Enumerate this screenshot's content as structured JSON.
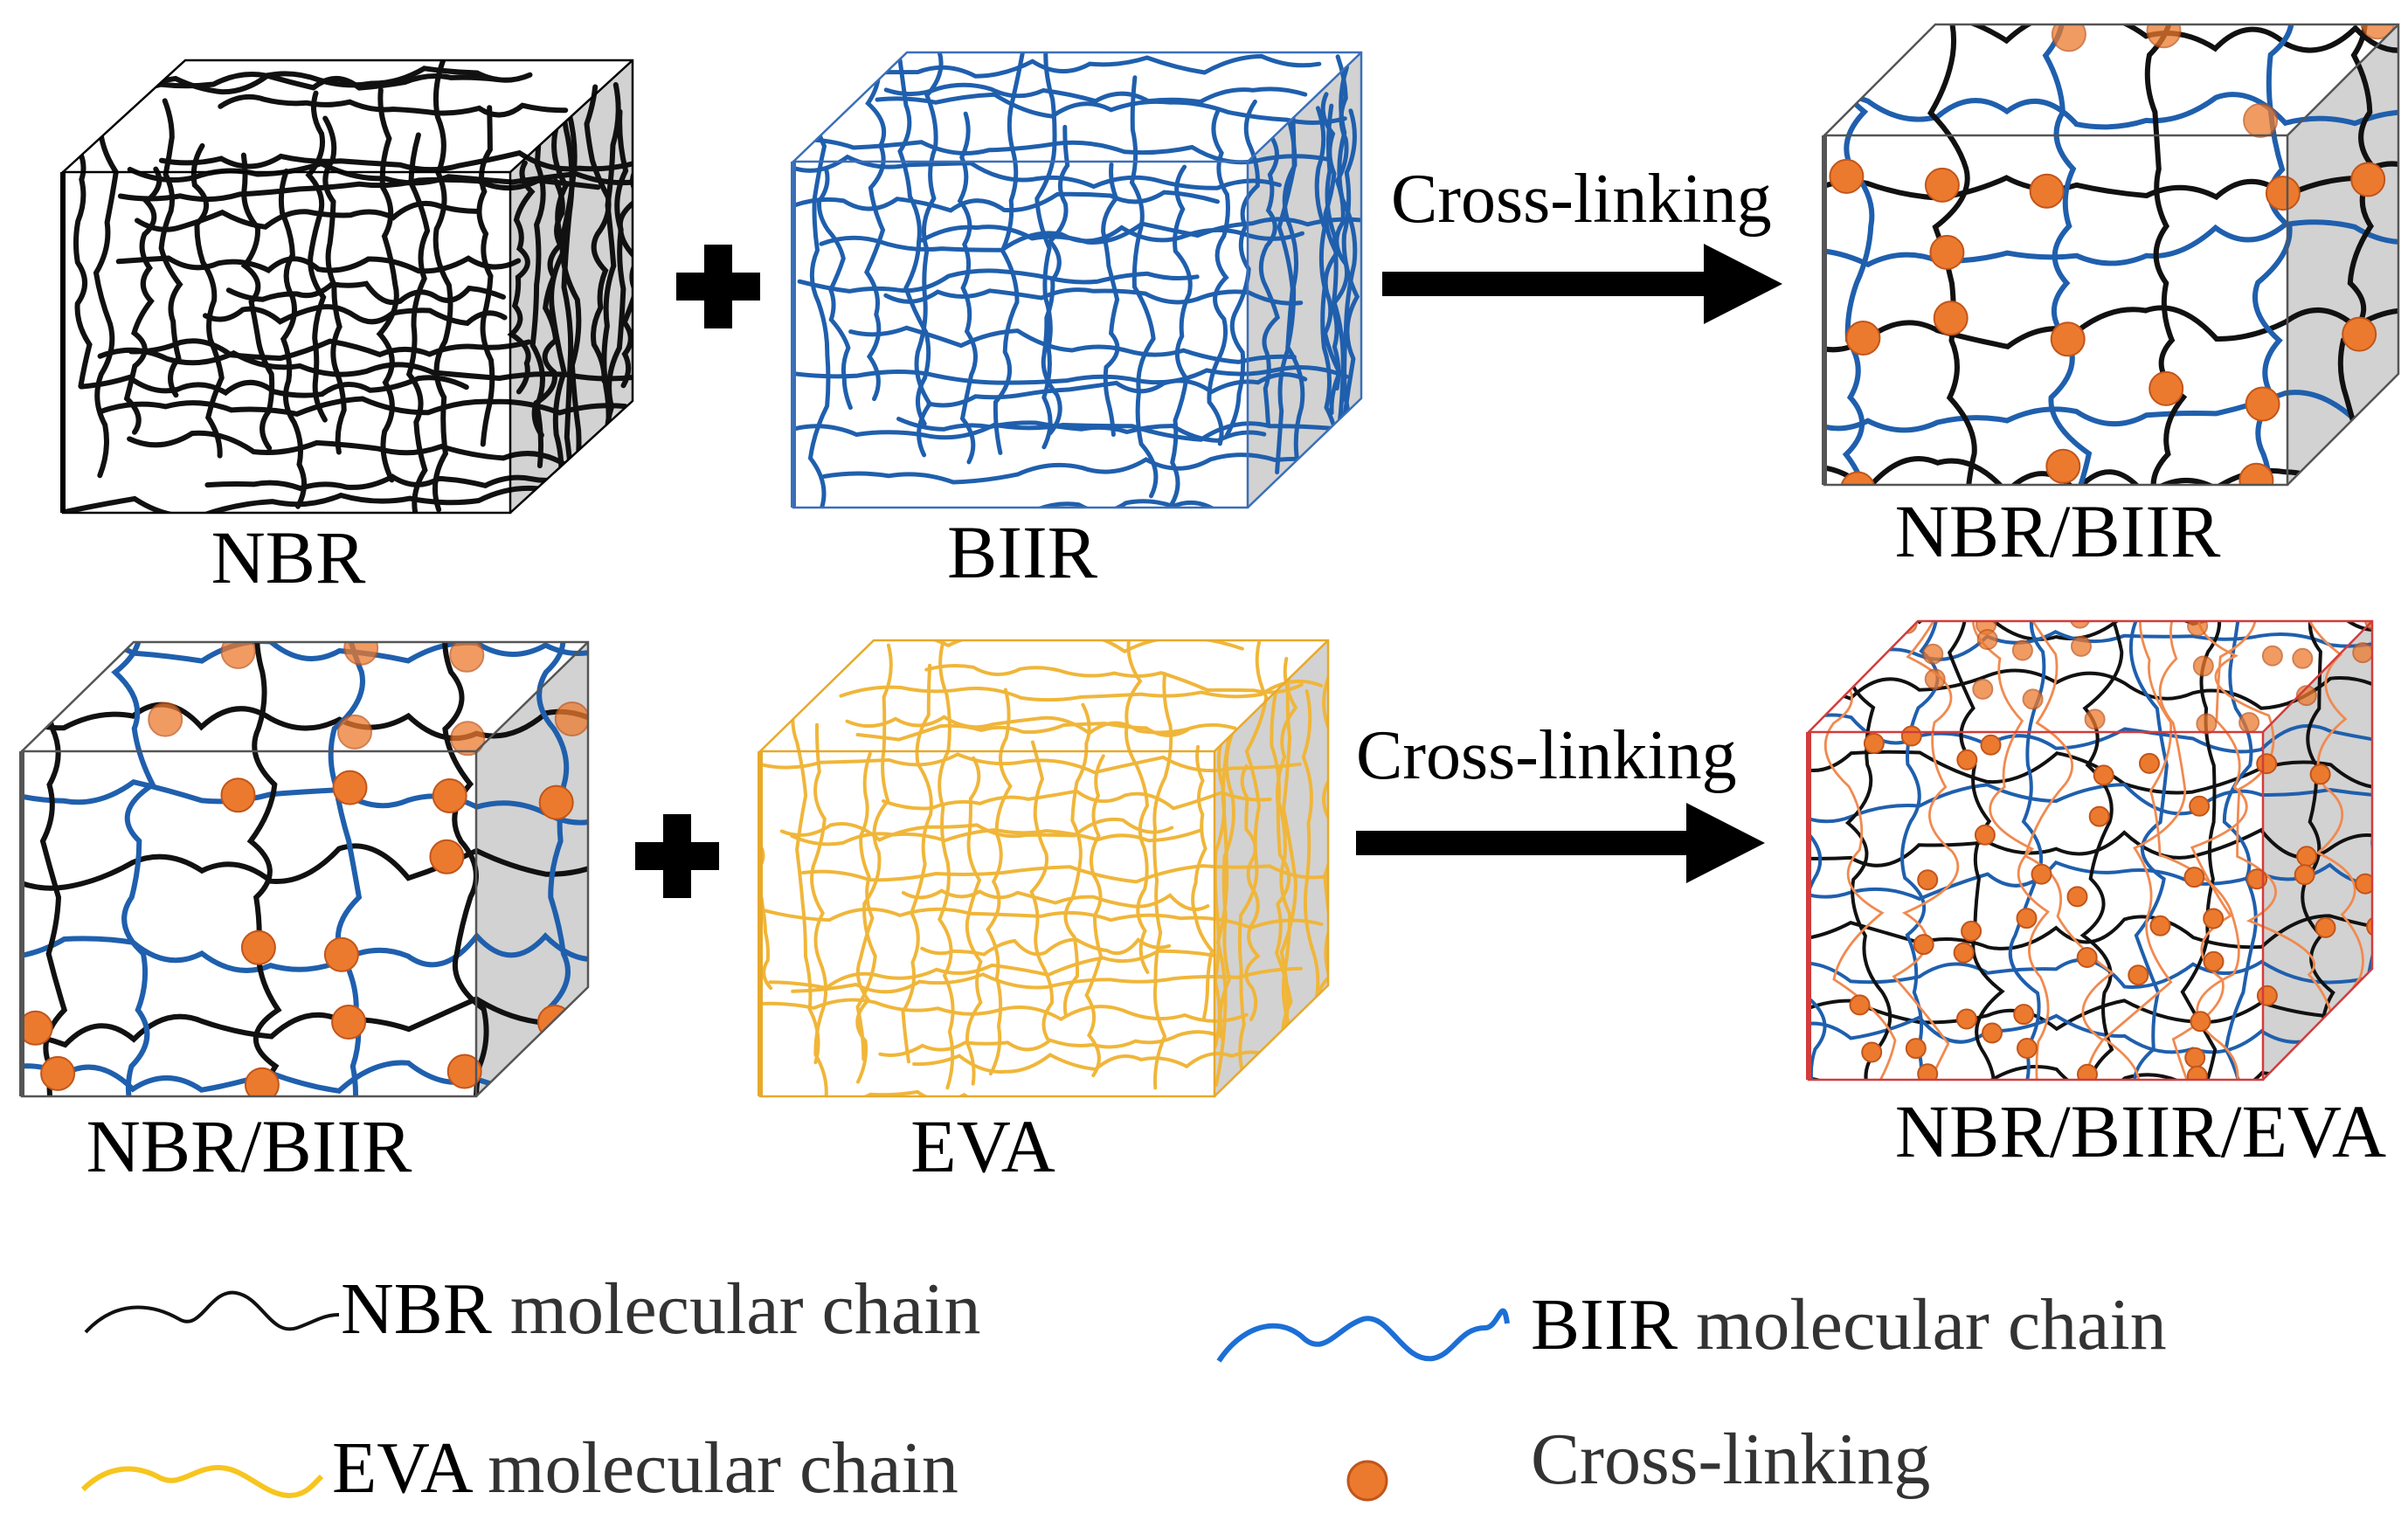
{
  "row1": {
    "box1_label": "NBR",
    "box2_label": "BIIR",
    "arrow_label": "Cross-linking",
    "result_label": "NBR/BIIR"
  },
  "row2": {
    "box1_label": "NBR/BIIR",
    "box2_label": "EVA",
    "arrow_label": "Cross-linking",
    "result_label": "NBR/BIIR/EVA"
  },
  "legend": {
    "nbr_name": "NBR",
    "nbr_rest": " molecular chain",
    "biir_name": "BIIR",
    "biir_rest": " molecular chain",
    "eva_name": "EVA",
    "eva_rest": " molecular chain",
    "crosslink": "Cross-linking"
  },
  "colors": {
    "nbr_chain": "#111111",
    "biir_chain": "#1f5fad",
    "eva_chain": "#f0b63a",
    "crosslink_fill": "#ec7a2e",
    "crosslink_stroke": "#c2551a",
    "side_face": "#d2d2d2",
    "eva_result_chain": "#f08a50"
  }
}
